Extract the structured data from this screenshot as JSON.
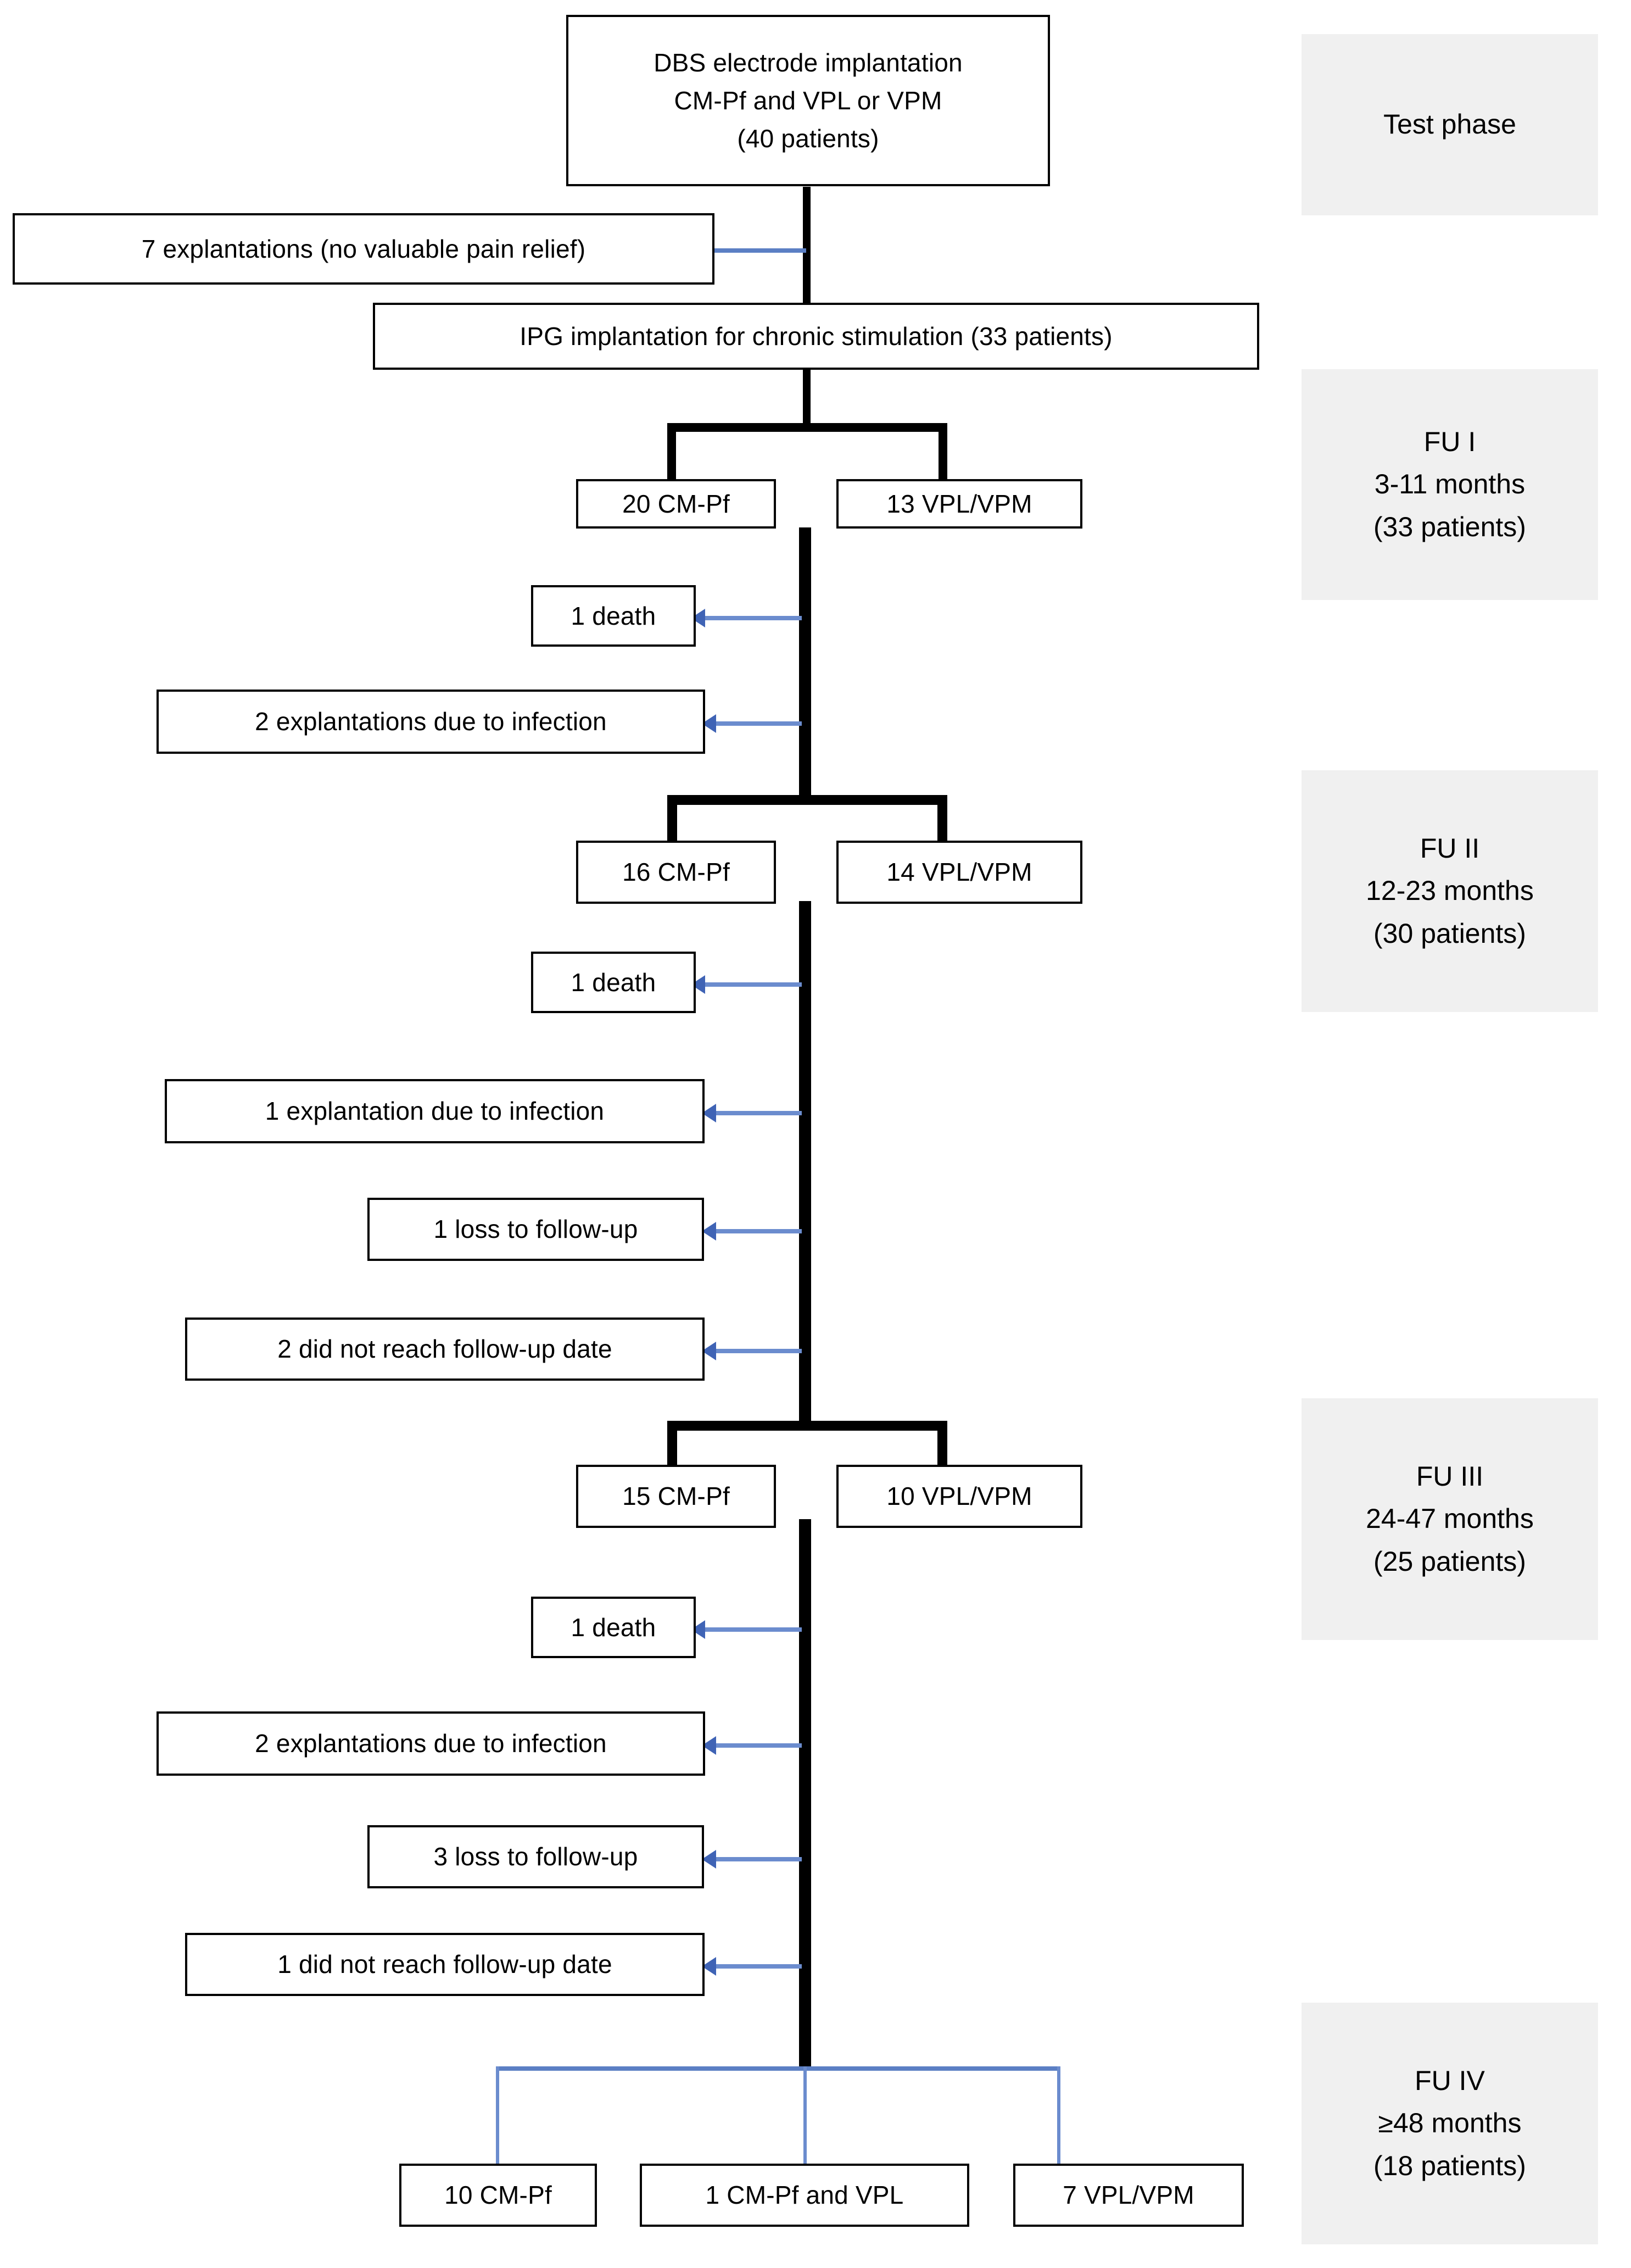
{
  "figure": {
    "type": "flowchart",
    "title": "DBS study patient flow / follow-up attrition diagram"
  },
  "nodes": {
    "top": {
      "line1": "DBS electrode implantation",
      "line2": "CM-Pf and VPL or VPM",
      "line3": "(40 patients)"
    },
    "explant_test": "7 explantations (no valuable pain relief)",
    "ipg": "IPG implantation for chronic stimulation (33 patients)",
    "fu1_left": "20 CM-Pf",
    "fu1_right": "13 VPL/VPM",
    "drop1_a": "1 death",
    "drop1_b": "2 explantations due to infection",
    "fu2_left": "16 CM-Pf",
    "fu2_right": "14 VPL/VPM",
    "drop2_a": "1 death",
    "drop2_b": "1 explantation due to infection",
    "drop2_c": "1 loss to follow-up",
    "drop2_d": "2 did not reach follow-up date",
    "fu3_left": "15 CM-Pf",
    "fu3_right": "10 VPL/VPM",
    "drop3_a": "1 death",
    "drop3_b": "2 explantations due to infection",
    "drop3_c": "3 loss to follow-up",
    "drop3_d": "1 did not reach follow-up date",
    "fu4_left": "10 CM-Pf",
    "fu4_mid": "1 CM-Pf and VPL",
    "fu4_right": "7 VPL/VPM"
  },
  "phases": {
    "test": {
      "line1": "Test phase",
      "line2": "",
      "line3": ""
    },
    "fu1": {
      "line1": "FU I",
      "line2": "3-11 months",
      "line3": "(33 patients)"
    },
    "fu2": {
      "line1": "FU II",
      "line2": "12-23 months",
      "line3": "(30 patients)"
    },
    "fu3": {
      "line1": "FU III",
      "line2": "24-47 months",
      "line3": "(25 patients)"
    },
    "fu4": {
      "line1": "FU IV",
      "line2": "≥48 months",
      "line3": "(18 patients)"
    }
  },
  "colors": {
    "box_border": "#000000",
    "box_fill": "#ffffff",
    "phase_fill": "#f0f0f0",
    "arrow_blue": "#5b7fc4",
    "arrow_head": "#3f63b5",
    "text": "#000000"
  }
}
